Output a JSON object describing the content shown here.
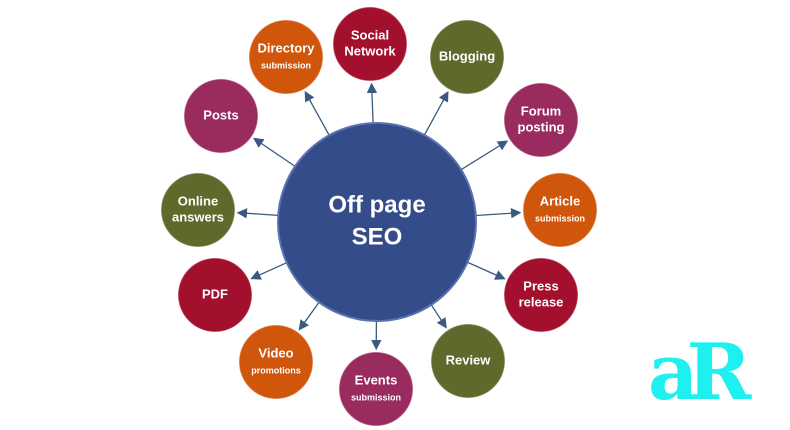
{
  "center": {
    "line1": "Off page",
    "line2": "SEO",
    "color": "#344c8a"
  },
  "nodes": [
    {
      "line1": "Social",
      "line2": "Network",
      "small": false,
      "color": "#a3102e"
    },
    {
      "line1": "Blogging",
      "line2": "",
      "small": false,
      "color": "#5d6a2b"
    },
    {
      "line1": "Forum",
      "line2": "posting",
      "small": false,
      "color": "#9a2b5f"
    },
    {
      "line1": "Article",
      "line2": "submission",
      "small": true,
      "color": "#cf560b"
    },
    {
      "line1": "Press",
      "line2": "release",
      "small": false,
      "color": "#a3102e"
    },
    {
      "line1": "Review",
      "line2": "",
      "small": false,
      "color": "#5d6a2b"
    },
    {
      "line1": "Events",
      "line2": "submission",
      "small": true,
      "color": "#9a2b5f"
    },
    {
      "line1": "Video",
      "line2": "promotions",
      "small": true,
      "color": "#cf560b"
    },
    {
      "line1": "PDF",
      "line2": "",
      "small": false,
      "color": "#a3102e"
    },
    {
      "line1": "Online",
      "line2": "answers",
      "small": false,
      "color": "#5d6a2b"
    },
    {
      "line1": "Posts",
      "line2": "",
      "small": false,
      "color": "#9a2b5f"
    },
    {
      "line1": "Directory",
      "line2": "submission",
      "small": true,
      "color": "#cf560b"
    }
  ],
  "arrow_color": "#3a5a80",
  "logo": {
    "text": "aR",
    "color": "#1ef0f0"
  }
}
